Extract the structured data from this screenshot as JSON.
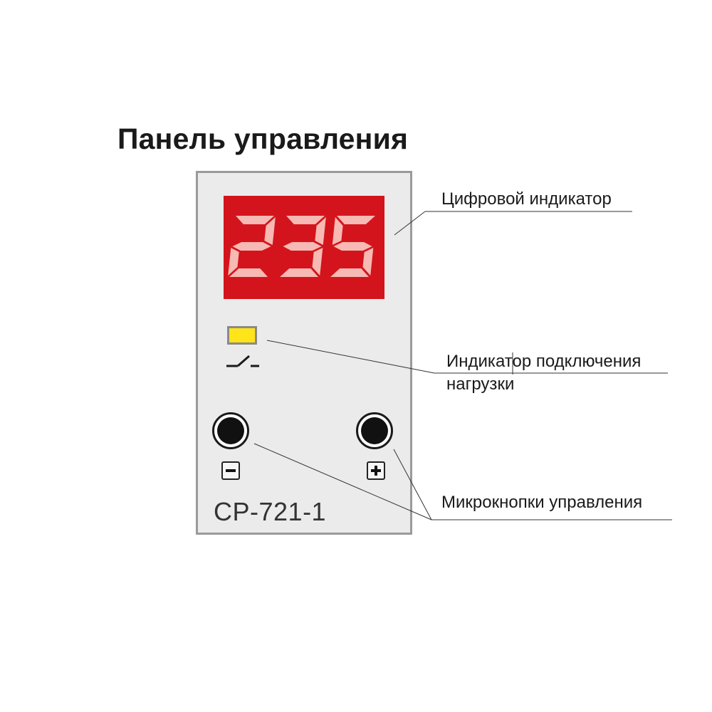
{
  "title": "Панель управления",
  "device": {
    "display_value": "235",
    "model": "CP-721-1",
    "buttons": {
      "minus_symbol": "−",
      "plus_symbol": "+"
    }
  },
  "callouts": {
    "display": "Цифровой индикатор",
    "load_indicator_line1": "Индикатор подключения",
    "load_indicator_line2": "нагрузки",
    "buttons": "Микрокнопки управления"
  },
  "colors": {
    "display_bg": "#d4141c",
    "segment_on": "#f6b9b3",
    "led": "#ffe41a",
    "panel": "#ebebeb",
    "panel_border": "#9a9a9a"
  }
}
